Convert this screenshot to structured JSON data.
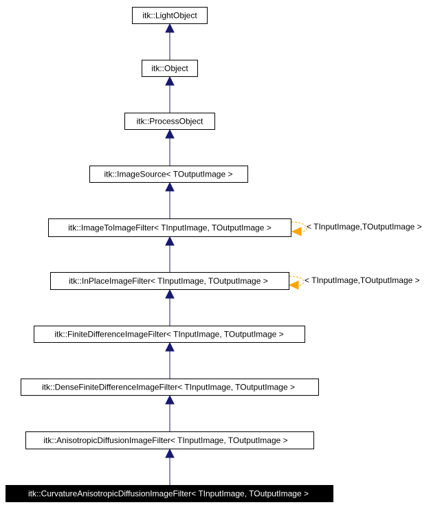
{
  "diagram": {
    "nodes": [
      {
        "id": "lightobject",
        "label": "itk::LightObject"
      },
      {
        "id": "object",
        "label": "itk::Object"
      },
      {
        "id": "processobject",
        "label": "itk::ProcessObject"
      },
      {
        "id": "imagesource",
        "label": "itk::ImageSource< TOutputImage >"
      },
      {
        "id": "imagetoimagefilter",
        "label": "itk::ImageToImageFilter< TInputImage, TOutputImage >"
      },
      {
        "id": "inplaceimagefilter",
        "label": "itk::InPlaceImageFilter< TInputImage, TOutputImage >"
      },
      {
        "id": "finitedifferenceimagefilter",
        "label": "itk::FiniteDifferenceImageFilter< TInputImage, TOutputImage >"
      },
      {
        "id": "densefinitedifferenceimagefilter",
        "label": "itk::DenseFiniteDifferenceImageFilter< TInputImage, TOutputImage >"
      },
      {
        "id": "anisotropicdiffusionimagefilter",
        "label": "itk::AnisotropicDiffusionImageFilter< TInputImage, TOutputImage >"
      },
      {
        "id": "curvatureanisotropicdiffusionimagefilter",
        "label": "itk::CurvatureAnisotropicDiffusionImageFilter< TInputImage, TOutputImage >",
        "current": true
      }
    ],
    "template_labels": [
      {
        "node": "imagetoimagefilter",
        "label": "< TInputImage,TOutputImage >"
      },
      {
        "node": "inplaceimagefilter",
        "label": "< TInputImage,TOutputImage >"
      }
    ],
    "colors": {
      "inheritance_edge": "#191970",
      "template_edge": "#ffa500",
      "current_fill": "#000000",
      "current_text": "#ffffff"
    }
  }
}
